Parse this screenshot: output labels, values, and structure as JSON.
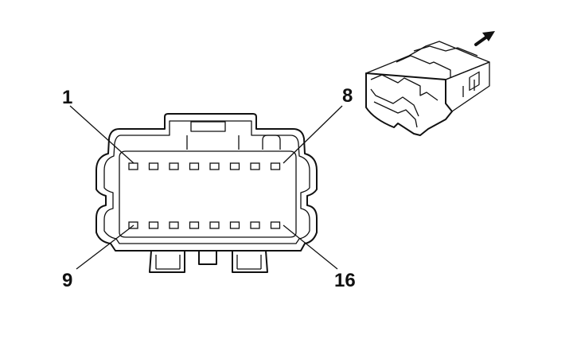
{
  "connector": {
    "pin_labels": {
      "top_left": "1",
      "top_right": "8",
      "bottom_left": "9",
      "bottom_right": "16"
    },
    "pins_per_row": 8,
    "rows": 2
  },
  "view": {
    "arrow_icon": "arrow-up-right-icon"
  }
}
